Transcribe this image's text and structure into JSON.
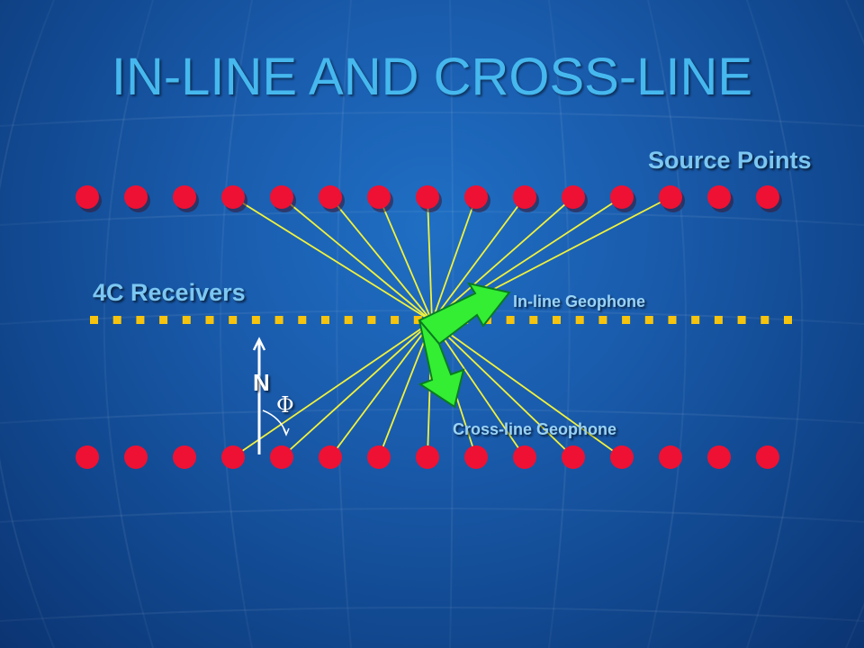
{
  "title": "IN-LINE AND CROSS-LINE",
  "labels": {
    "source_points": "Source Points",
    "receivers": "4C Receivers",
    "inline_geophone": "In-line Geophone",
    "crossline_geophone": "Cross-line Geophone",
    "north": "N",
    "azimuth_symbol": "Φ"
  },
  "colors": {
    "title": "#46b8ee",
    "label": "#7cc7f2",
    "source_dot": "#ee1133",
    "receiver_square": "#f6c40e",
    "ray": "#f2f23a",
    "geophone": "#33ee33",
    "north_arrow": "#ffffff"
  },
  "icons": {
    "source": "red-circle",
    "receiver": "yellow-square",
    "geophone_arrows": "green-arrow",
    "north": "up-arrow"
  }
}
